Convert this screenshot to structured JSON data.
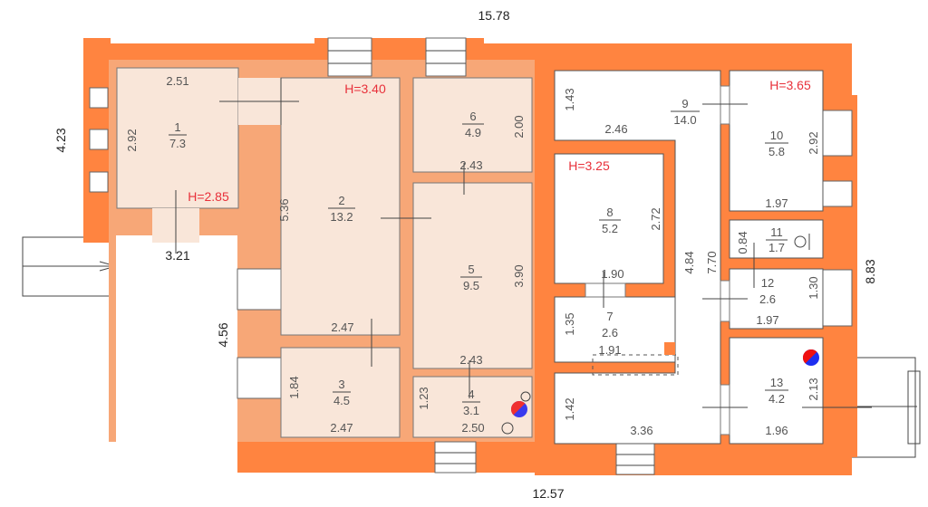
{
  "plan": {
    "overall_dims": {
      "top": "15.78",
      "bottom": "12.57",
      "left": "4.23",
      "right": "8.83",
      "porch_width": "3.21",
      "porch_depth": "4.56"
    },
    "colors": {
      "wall": "#ff8440",
      "highlight_zone": "#f7a777",
      "highlight_room": "#f9e6d9",
      "height_label": "#e8303a"
    },
    "heights": [
      "H=2.85",
      "H=3.40",
      "H=3.25",
      "H=3.65"
    ],
    "rooms": [
      {
        "number": "1",
        "area": "7.3",
        "dims": [
          "2.51",
          "2.92"
        ]
      },
      {
        "number": "2",
        "area": "13.2",
        "dims": [
          "5.36",
          "2.47"
        ]
      },
      {
        "number": "3",
        "area": "4.5",
        "dims": [
          "1.84",
          "2.47"
        ]
      },
      {
        "number": "4",
        "area": "3.1",
        "dims": [
          "1.23",
          "2.50"
        ]
      },
      {
        "number": "5",
        "area": "9.5",
        "dims": [
          "3.90",
          "2.43"
        ]
      },
      {
        "number": "6",
        "area": "4.9",
        "dims": [
          "2.00",
          "2.43"
        ]
      },
      {
        "number": "7",
        "area": "2.6",
        "dims": [
          "1.35",
          "1.91"
        ]
      },
      {
        "number": "8",
        "area": "5.2",
        "dims": [
          "2.72",
          "1.90"
        ]
      },
      {
        "number": "9",
        "area": "14.0",
        "dims": [
          "1.43",
          "2.46",
          "4.84",
          "7.70",
          "1.42",
          "3.36"
        ]
      },
      {
        "number": "10",
        "area": "5.8",
        "dims": [
          "2.92",
          "1.97"
        ]
      },
      {
        "number": "11",
        "area": "1.7",
        "dims": [
          "0.84"
        ]
      },
      {
        "number": "12",
        "area": "2.6",
        "dims": [
          "1.30",
          "1.97"
        ]
      },
      {
        "number": "13",
        "area": "4.2",
        "dims": [
          "2.13",
          "1.96"
        ]
      }
    ]
  }
}
